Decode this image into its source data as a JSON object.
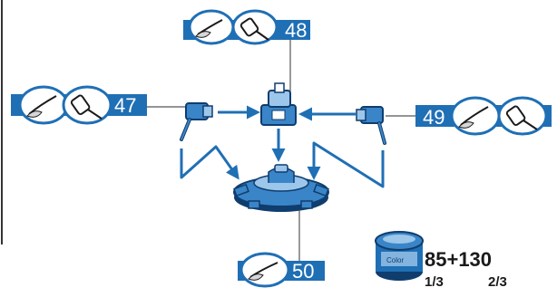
{
  "callouts": [
    {
      "id": "48",
      "number": "48",
      "tools": [
        "brush",
        "glue-applicator"
      ]
    },
    {
      "id": "47",
      "number": "47",
      "tools": [
        "brush",
        "glue-applicator"
      ]
    },
    {
      "id": "49",
      "number": "49",
      "tools": [
        "brush",
        "glue-applicator"
      ]
    },
    {
      "id": "50",
      "number": "50",
      "tools": [
        "brush"
      ]
    }
  ],
  "paint_mix": {
    "formula": "85+130",
    "ratio_a": "1/3",
    "ratio_b": "2/3",
    "can_icon": "paint-can-icon",
    "can_label": "Color"
  },
  "colors": {
    "accent_blue": "#1f6fb5",
    "part_blue": "#3a85c8",
    "part_light": "#9cc6ea",
    "part_dark": "#0f3d6e",
    "ink": "#1a1a1a"
  }
}
